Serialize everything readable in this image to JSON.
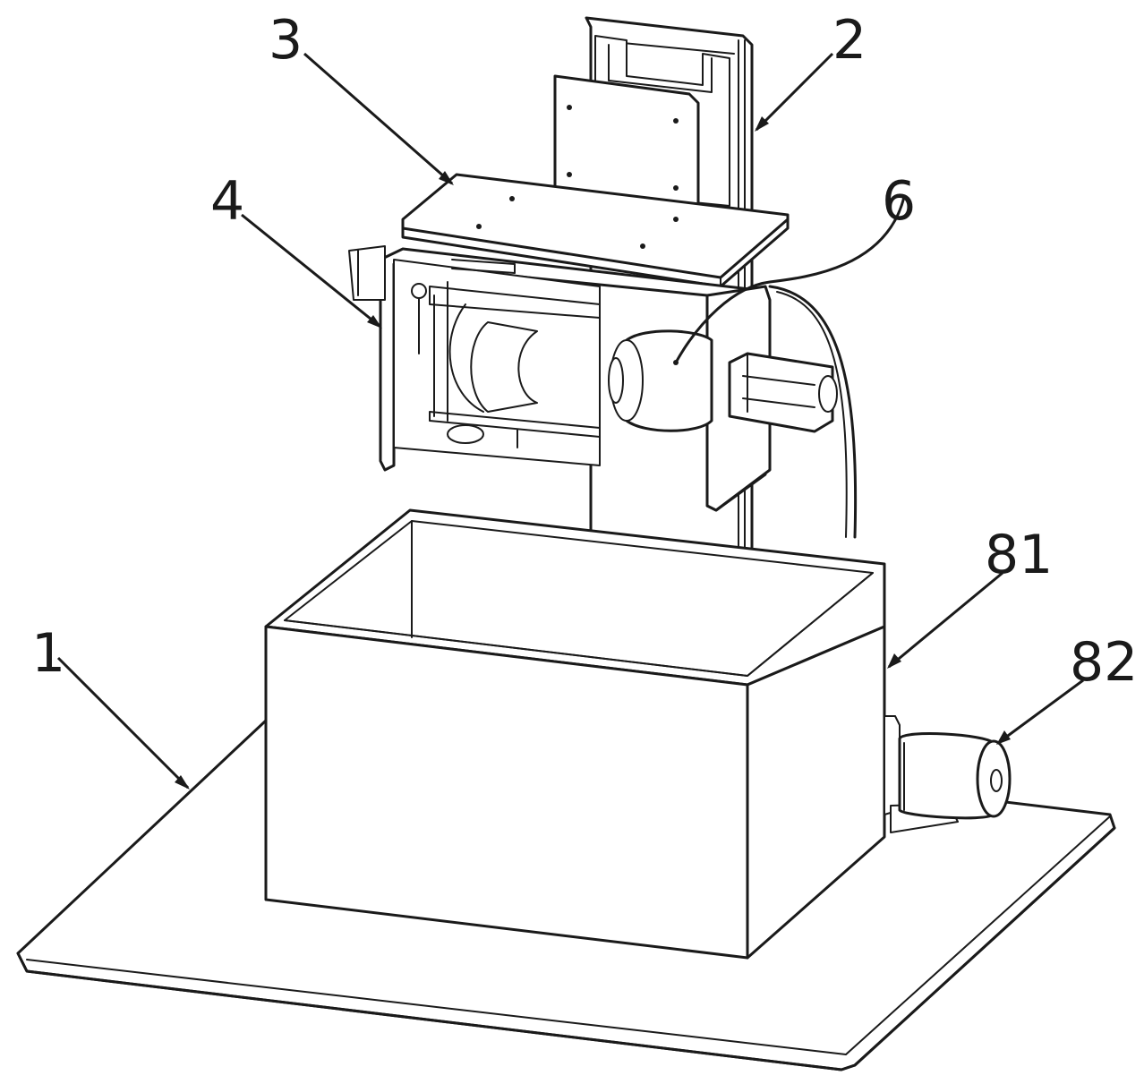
{
  "labels": {
    "base_plate": "1",
    "column": "2",
    "top_plate": "3",
    "side_frame": "4",
    "motor": "6",
    "tank_wall": "81",
    "pump_motor": "82"
  }
}
